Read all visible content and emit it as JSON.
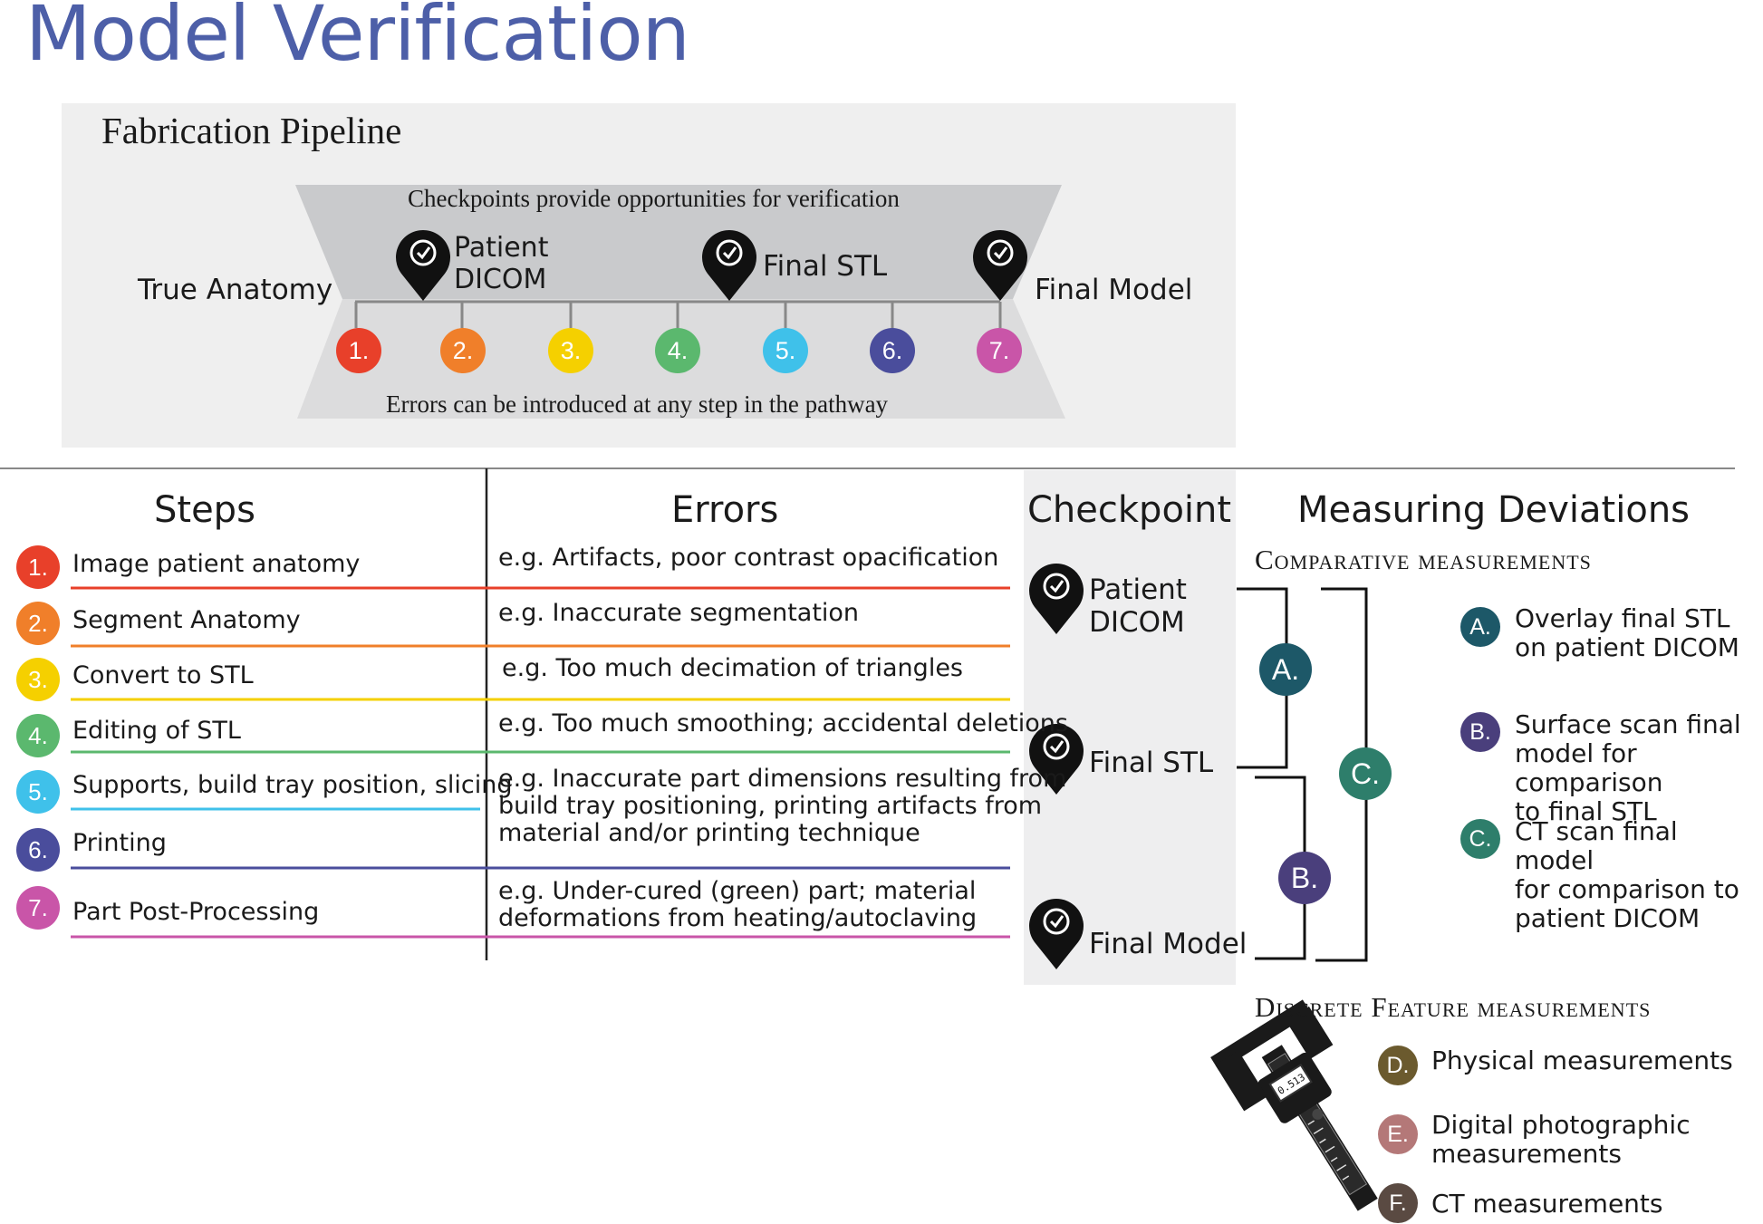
{
  "title": "Model Verification",
  "pipeline": {
    "heading": "Fabrication Pipeline",
    "top_banner": "Checkpoints provide opportunities for verification",
    "bottom_banner": "Errors can be introduced at any step in the pathway",
    "start_label": "True Anatomy",
    "end_label": "Final Model",
    "checkpoints": [
      {
        "line1": "Patient",
        "line2": "DICOM"
      },
      {
        "line1": "Final STL",
        "line2": ""
      },
      {
        "line1": "",
        "line2": ""
      }
    ]
  },
  "steps_header": "Steps",
  "errors_header": "Errors",
  "checkpoint_header": "Checkpoint",
  "measuring_header": "Measuring Deviations",
  "steps": [
    {
      "num": "1.",
      "label": "Image patient anatomy",
      "color": "#e8402a"
    },
    {
      "num": "2.",
      "label": "Segment Anatomy",
      "color": "#f07f2a"
    },
    {
      "num": "3.",
      "label": "Convert to STL",
      "color": "#f5d000"
    },
    {
      "num": "4.",
      "label": "Editing of STL",
      "color": "#5bb86e"
    },
    {
      "num": "5.",
      "label": "Supports, build tray position, slicing",
      "color": "#3fc1ea"
    },
    {
      "num": "6.",
      "label": "Printing",
      "color": "#4a4d9c"
    },
    {
      "num": "7.",
      "label": "Part Post-Processing",
      "color": "#c955a8"
    }
  ],
  "errors": [
    {
      "line1": "e.g. Artifacts, poor contrast opacification",
      "line2": "",
      "line3": ""
    },
    {
      "line1": "e.g. Inaccurate segmentation",
      "line2": "",
      "line3": ""
    },
    {
      "line1": "e.g. Too much decimation of triangles",
      "line2": "",
      "line3": ""
    },
    {
      "line1": "e.g. Too much smoothing; accidental deletions",
      "line2": "",
      "line3": ""
    },
    {
      "line1": "e.g. Inaccurate part dimensions resulting from",
      "line2": "build tray positioning, printing artifacts from",
      "line3": "material and/or printing technique"
    },
    {
      "line1": "e.g. Under-cured (green) part; material",
      "line2": "deformations from heating/autoclaving",
      "line3": ""
    }
  ],
  "checkpoints_col": [
    {
      "line1": "Patient",
      "line2": "DICOM"
    },
    {
      "line1": "Final STL",
      "line2": ""
    },
    {
      "line1": "Final Model",
      "line2": ""
    }
  ],
  "comparative": {
    "heading": "Comparative measurements",
    "items": [
      {
        "letter": "A.",
        "line1": "Overlay final STL",
        "line2": "on patient DICOM",
        "line3": "",
        "color": "#1d5868"
      },
      {
        "letter": "B.",
        "line1": "Surface scan final",
        "line2": "model for comparison",
        "line3": "to final STL",
        "color": "#4a3f7c"
      },
      {
        "letter": "C.",
        "line1": "CT scan final model",
        "line2": "for comparison to",
        "line3": "patient DICOM",
        "color": "#2e7e6b"
      }
    ]
  },
  "discrete": {
    "heading": "Discrete Feature measurements",
    "items": [
      {
        "letter": "D.",
        "line1": "Physical measurements",
        "line2": "",
        "color": "#6b5a2e"
      },
      {
        "letter": "E.",
        "line1": "Digital photographic",
        "line2": "measurements",
        "color": "#b47878"
      },
      {
        "letter": "F.",
        "line1": "CT measurements",
        "line2": "",
        "color": "#5a4a42"
      }
    ]
  },
  "caliper_readout": "0.513"
}
